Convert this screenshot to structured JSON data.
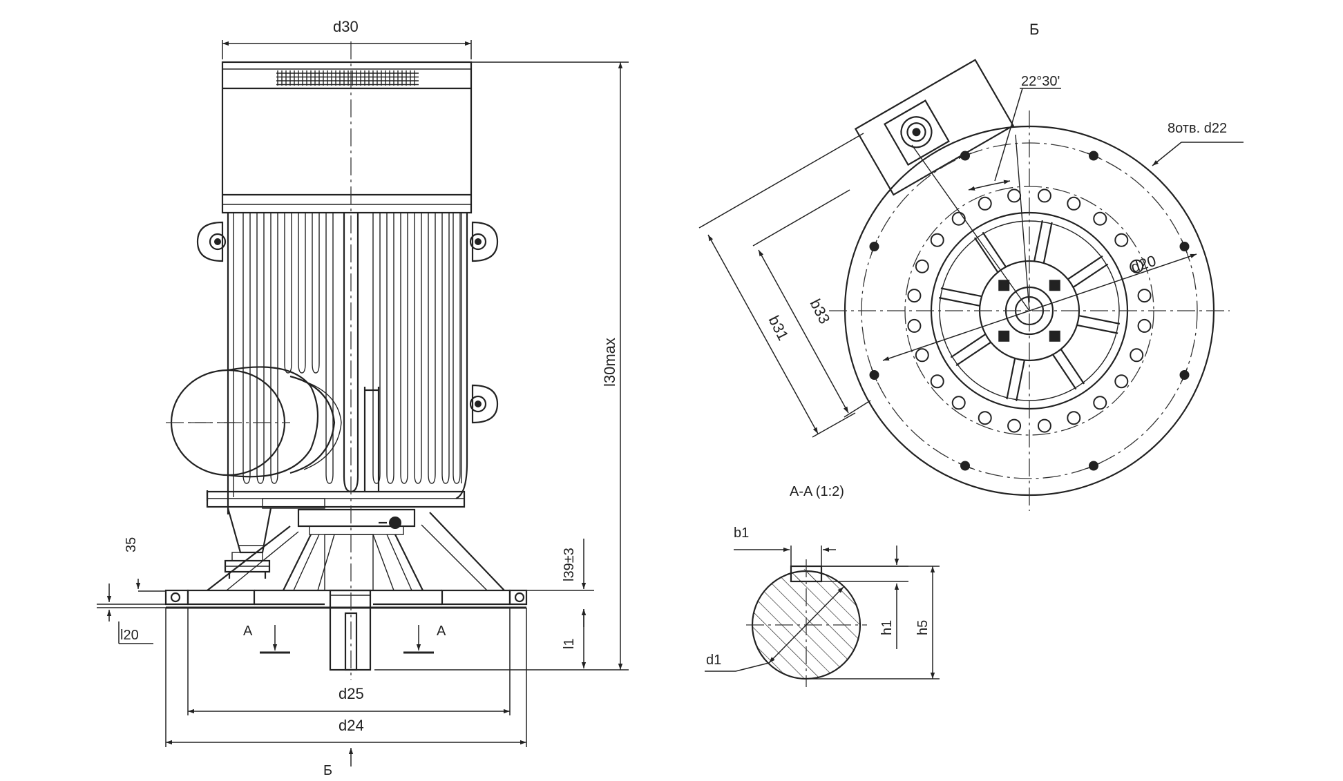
{
  "labels": {
    "d30": "d30",
    "l30max": "l30max",
    "l39": "l39±3",
    "dim35": "35",
    "l20": "l20",
    "l1": "l1",
    "d25": "d25",
    "d24": "d24",
    "sectionA": "A",
    "viewB": "Б",
    "viewB_top": "Б",
    "angle": "22°30'",
    "holes": "8отв. d22",
    "d20": "d20",
    "b31": "b31",
    "b33": "b33",
    "sectionAA": "A-A (1:2)",
    "b1": "b1",
    "h1": "h1",
    "h5": "h5",
    "d1": "d1"
  },
  "flange_view": {
    "mounting_holes": 8,
    "small_holes": 24,
    "spokes": 8
  },
  "colors": {
    "line": "#222222",
    "background": "#ffffff"
  }
}
